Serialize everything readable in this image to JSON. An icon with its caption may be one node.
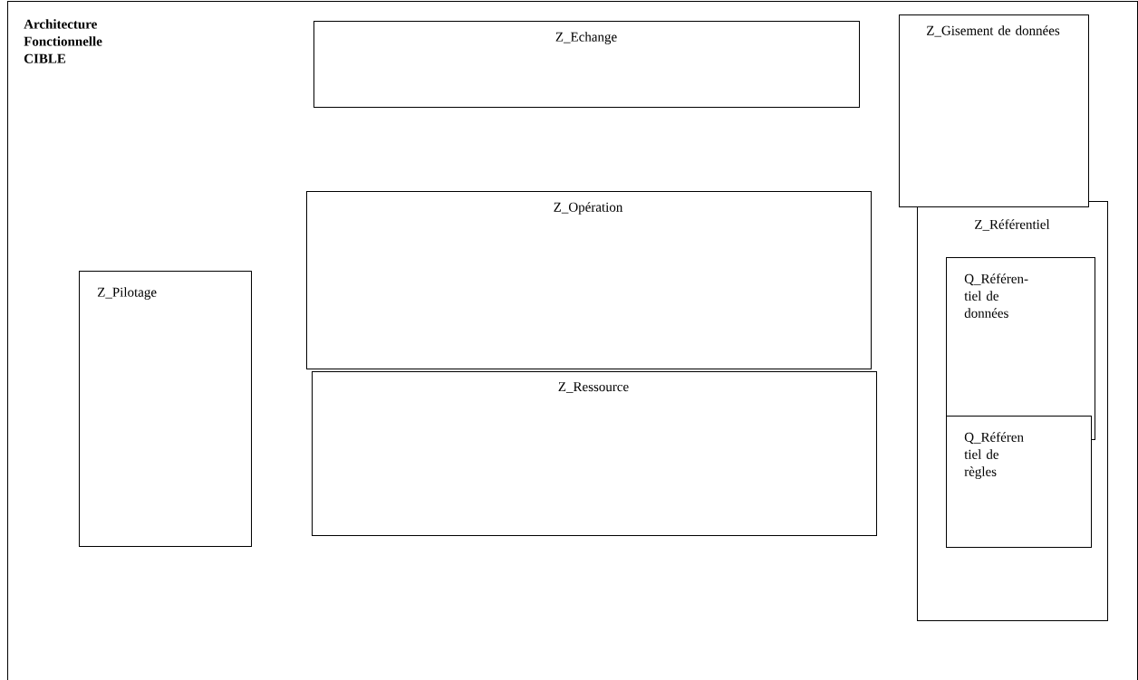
{
  "diagram": {
    "nodes": [
      {
        "text": [
          "Architecture Fonctionnelle CIBLE"
        ]
      },
      {
        "text": [
          "Z_Echange"
        ],
        "in": 0
      },
      {
        "text": [
          "Z_Gisement de données"
        ],
        "in": 0
      },
      {
        "text": [
          "Z_Opération"
        ],
        "in": 0
      },
      {
        "text": [
          "Z_Pilotage"
        ],
        "in": 0
      },
      {
        "text": [
          "Z_Ressource"
        ],
        "in": 0
      },
      {
        "text": [
          "Z_Référentiel"
        ],
        "in": 0
      },
      {
        "text": [
          "Q_Référen-tiel de données"
        ],
        "in": 6
      },
      {
        "text": [
          "Q_Référen tiel de règles"
        ],
        "in": 6
      }
    ]
  }
}
